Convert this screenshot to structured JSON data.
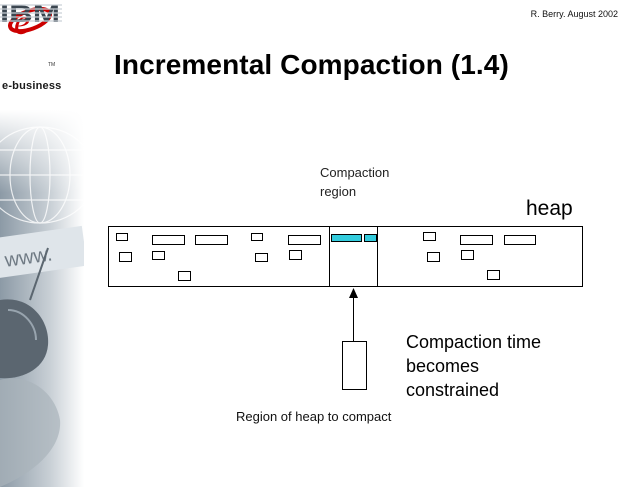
{
  "header": {
    "author_date": "R. Berry.  August 2002",
    "title": "Incremental Compaction (1.4)"
  },
  "branding": {
    "logo_letter": "e",
    "logo_tm": "TM",
    "tagline": "e-business",
    "ibm_label": "IBM"
  },
  "diagram": {
    "compaction_region_label": [
      "Compaction",
      "region"
    ],
    "heap_label": "heap",
    "constraint_note": [
      "Compaction time",
      "becomes",
      "constrained"
    ],
    "compact_region_note": "Region of heap to compact"
  },
  "colors": {
    "accent_red": "#cc0000",
    "compacted_block": "#33ccdd",
    "outline": "#000000"
  }
}
